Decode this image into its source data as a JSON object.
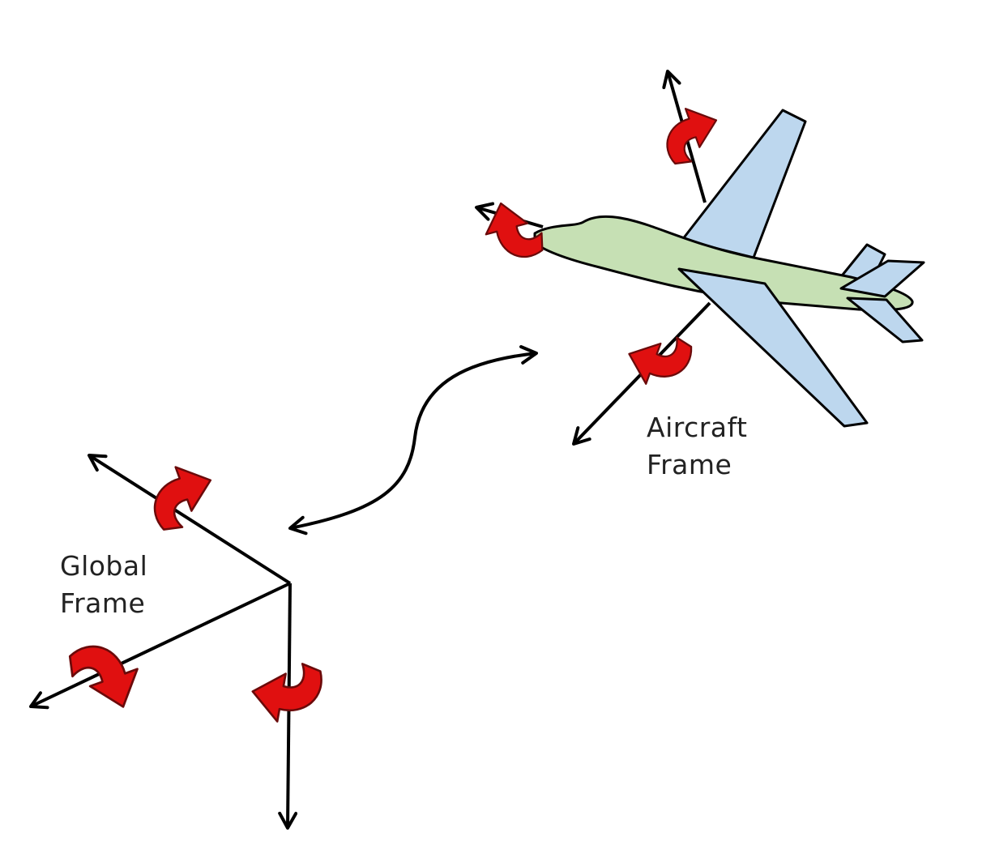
{
  "labels": {
    "global_line1": "Global",
    "global_line2": "Frame",
    "aircraft_line1": "Aircraft",
    "aircraft_line2": "Frame"
  },
  "colors": {
    "axis": "#000000",
    "rotation_arrow_fill": "#e01010",
    "rotation_arrow_stroke": "#6b0a0a",
    "fuselage": "#c6e0b4",
    "wings": "#bdd7ee",
    "outline": "#000000"
  },
  "icons": {
    "rotation": "curved-arrow-icon",
    "transform": "double-headed-arrow-icon",
    "aircraft": "airplane-icon"
  }
}
